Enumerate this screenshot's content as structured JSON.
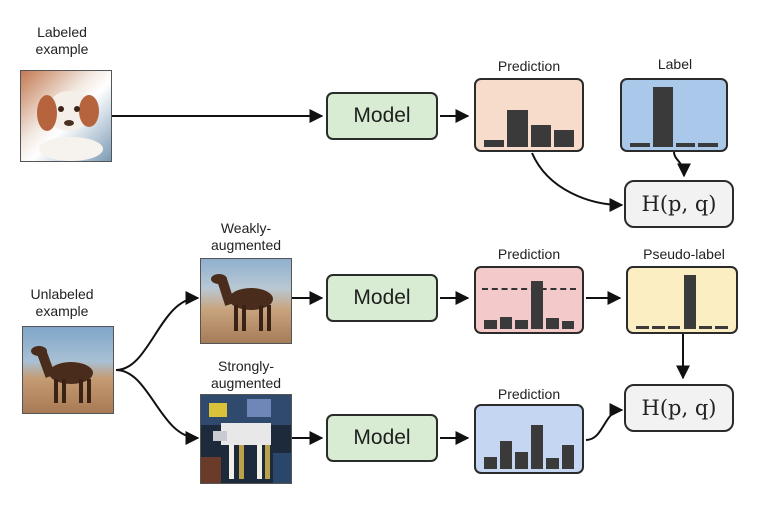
{
  "labels": {
    "labeled_example": "Labeled\nexample",
    "unlabeled_example": "Unlabeled\nexample",
    "weak": "Weakly-\naugmented",
    "strong": "Strongly-\naugmented",
    "pred_top": "Prediction",
    "label_top": "Label",
    "pred_weak": "Prediction",
    "pseudo": "Pseudo-label",
    "pred_strong": "Prediction"
  },
  "model_label": "Model",
  "loss_label": "H(p, q)",
  "colors": {
    "prediction_top": "#f8dccb",
    "label": "#a9c8ea",
    "prediction_weak": "#f3c9c9",
    "pseudo_label": "#fbeec2",
    "prediction_strong": "#c5d6f3",
    "model": "#d7ecd3",
    "loss": "#f2f2f2"
  },
  "histograms": {
    "prediction_top": [
      0.12,
      0.62,
      0.36,
      0.28
    ],
    "label": [
      0.07,
      1.0,
      0.07,
      0.07
    ],
    "prediction_weak": [
      0.16,
      0.22,
      0.16,
      0.88,
      0.2,
      0.14
    ],
    "pseudo_label": [
      0.06,
      0.06,
      0.06,
      1.0,
      0.06,
      0.06
    ],
    "prediction_strong": [
      0.22,
      0.5,
      0.3,
      0.78,
      0.2,
      0.42
    ]
  },
  "threshold": 0.72,
  "images": {
    "dog": "puppy-photo",
    "horse": "horse-photo",
    "horse_weak": "horse-weakly-augmented-photo",
    "horse_strong": "horse-strongly-augmented-photo"
  }
}
